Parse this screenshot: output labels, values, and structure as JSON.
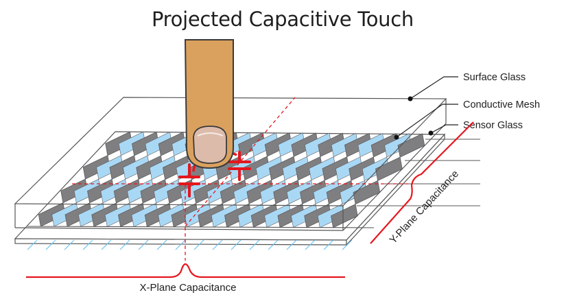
{
  "title": "Projected Capacitive Touch",
  "layers": [
    {
      "label": "Surface Glass"
    },
    {
      "label": "Conductive Mesh"
    },
    {
      "label": "Sensor Glass"
    }
  ],
  "x_plane_label": "X-Plane Capacitance",
  "y_plane_label": "Y-Plane Capacitance",
  "colors": {
    "mesh_gray": "#7f7f81",
    "mesh_blue": "#a9d8f5",
    "signal_red": "#e5161d",
    "finger": "#daa15e",
    "outline": "#3a3a3a"
  },
  "icons": {
    "finger": "finger-icon",
    "capacitor": "capacitor-icon"
  }
}
